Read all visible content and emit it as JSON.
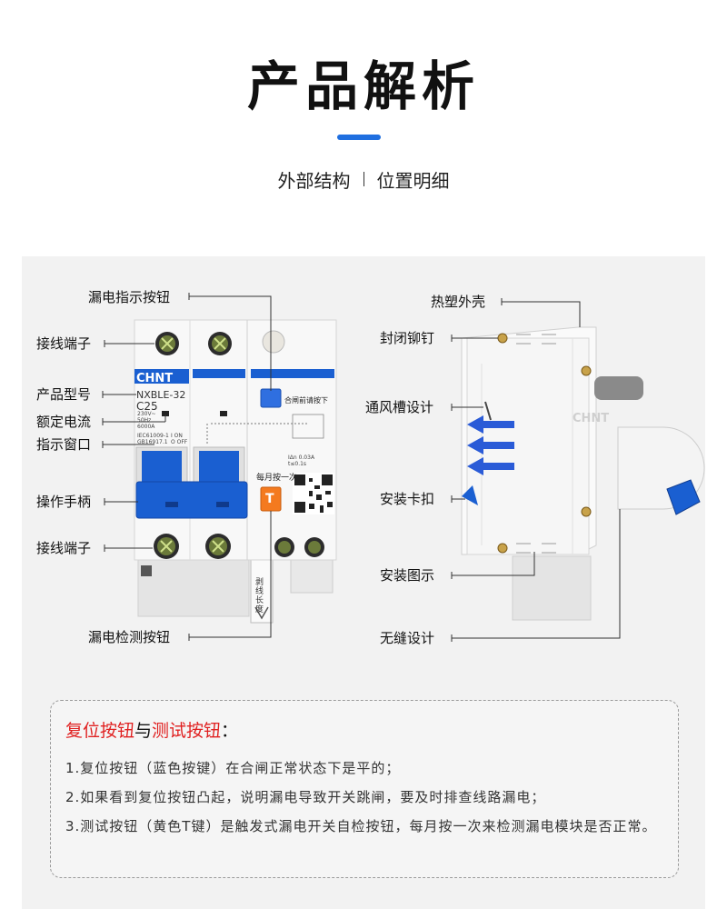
{
  "header": {
    "title": "产品解析",
    "subtitle_left": "外部结构",
    "subtitle_right": "位置明细"
  },
  "labels_left": {
    "leak_indicator": "漏电指示按钮",
    "terminal_top": "接线端子",
    "model": "产品型号",
    "rated_current": "额定电流",
    "indicator_window": "指示窗口",
    "handle": "操作手柄",
    "terminal_bottom": "接线端子",
    "leak_test": "漏电检测按钮"
  },
  "labels_right": {
    "shell": "热塑外壳",
    "rivet": "封闭铆钉",
    "vent": "通风槽设计",
    "clip": "安装卡扣",
    "install_diagram": "安装图示",
    "seamless": "无缝设计"
  },
  "device_front": {
    "brand": "CHNT",
    "model": "NXBLE-32",
    "current": "C25",
    "spec_lines": [
      "230V~",
      "50Hz",
      "6000A"
    ],
    "std_lines": [
      "IEC61009-1",
      "GB16917.1"
    ],
    "on_off": [
      "I ON",
      "O OFF"
    ],
    "reset_hint": "合闸前请按下",
    "monthly": "每月按一次",
    "test_key": "T",
    "leak_spec": [
      "IΔn 0.03A",
      "t≤0.1s"
    ],
    "strip_label": "剥线长度"
  },
  "device_side": {
    "brand": "CHNT"
  },
  "notes": {
    "heading_red1": "复位按钮",
    "heading_mid": "与",
    "heading_red2": "测试按钮",
    "heading_tail": "：",
    "line1": "1.复位按钮（蓝色按键）在合闸正常状态下是平的；",
    "line2": "2.如果看到复位按钮凸起，说明漏电导致开关跳闸，要及时排查线路漏电；",
    "line3": "3.测试按钮（黄色T键）是触发式漏电开关自检按钮，每月按一次来检测漏电模块是否正常。"
  },
  "colors": {
    "accent_blue": "#1f6fe0",
    "device_blue": "#1a5fd1",
    "highlight_red": "#e02020",
    "test_orange": "#f47a1f"
  }
}
